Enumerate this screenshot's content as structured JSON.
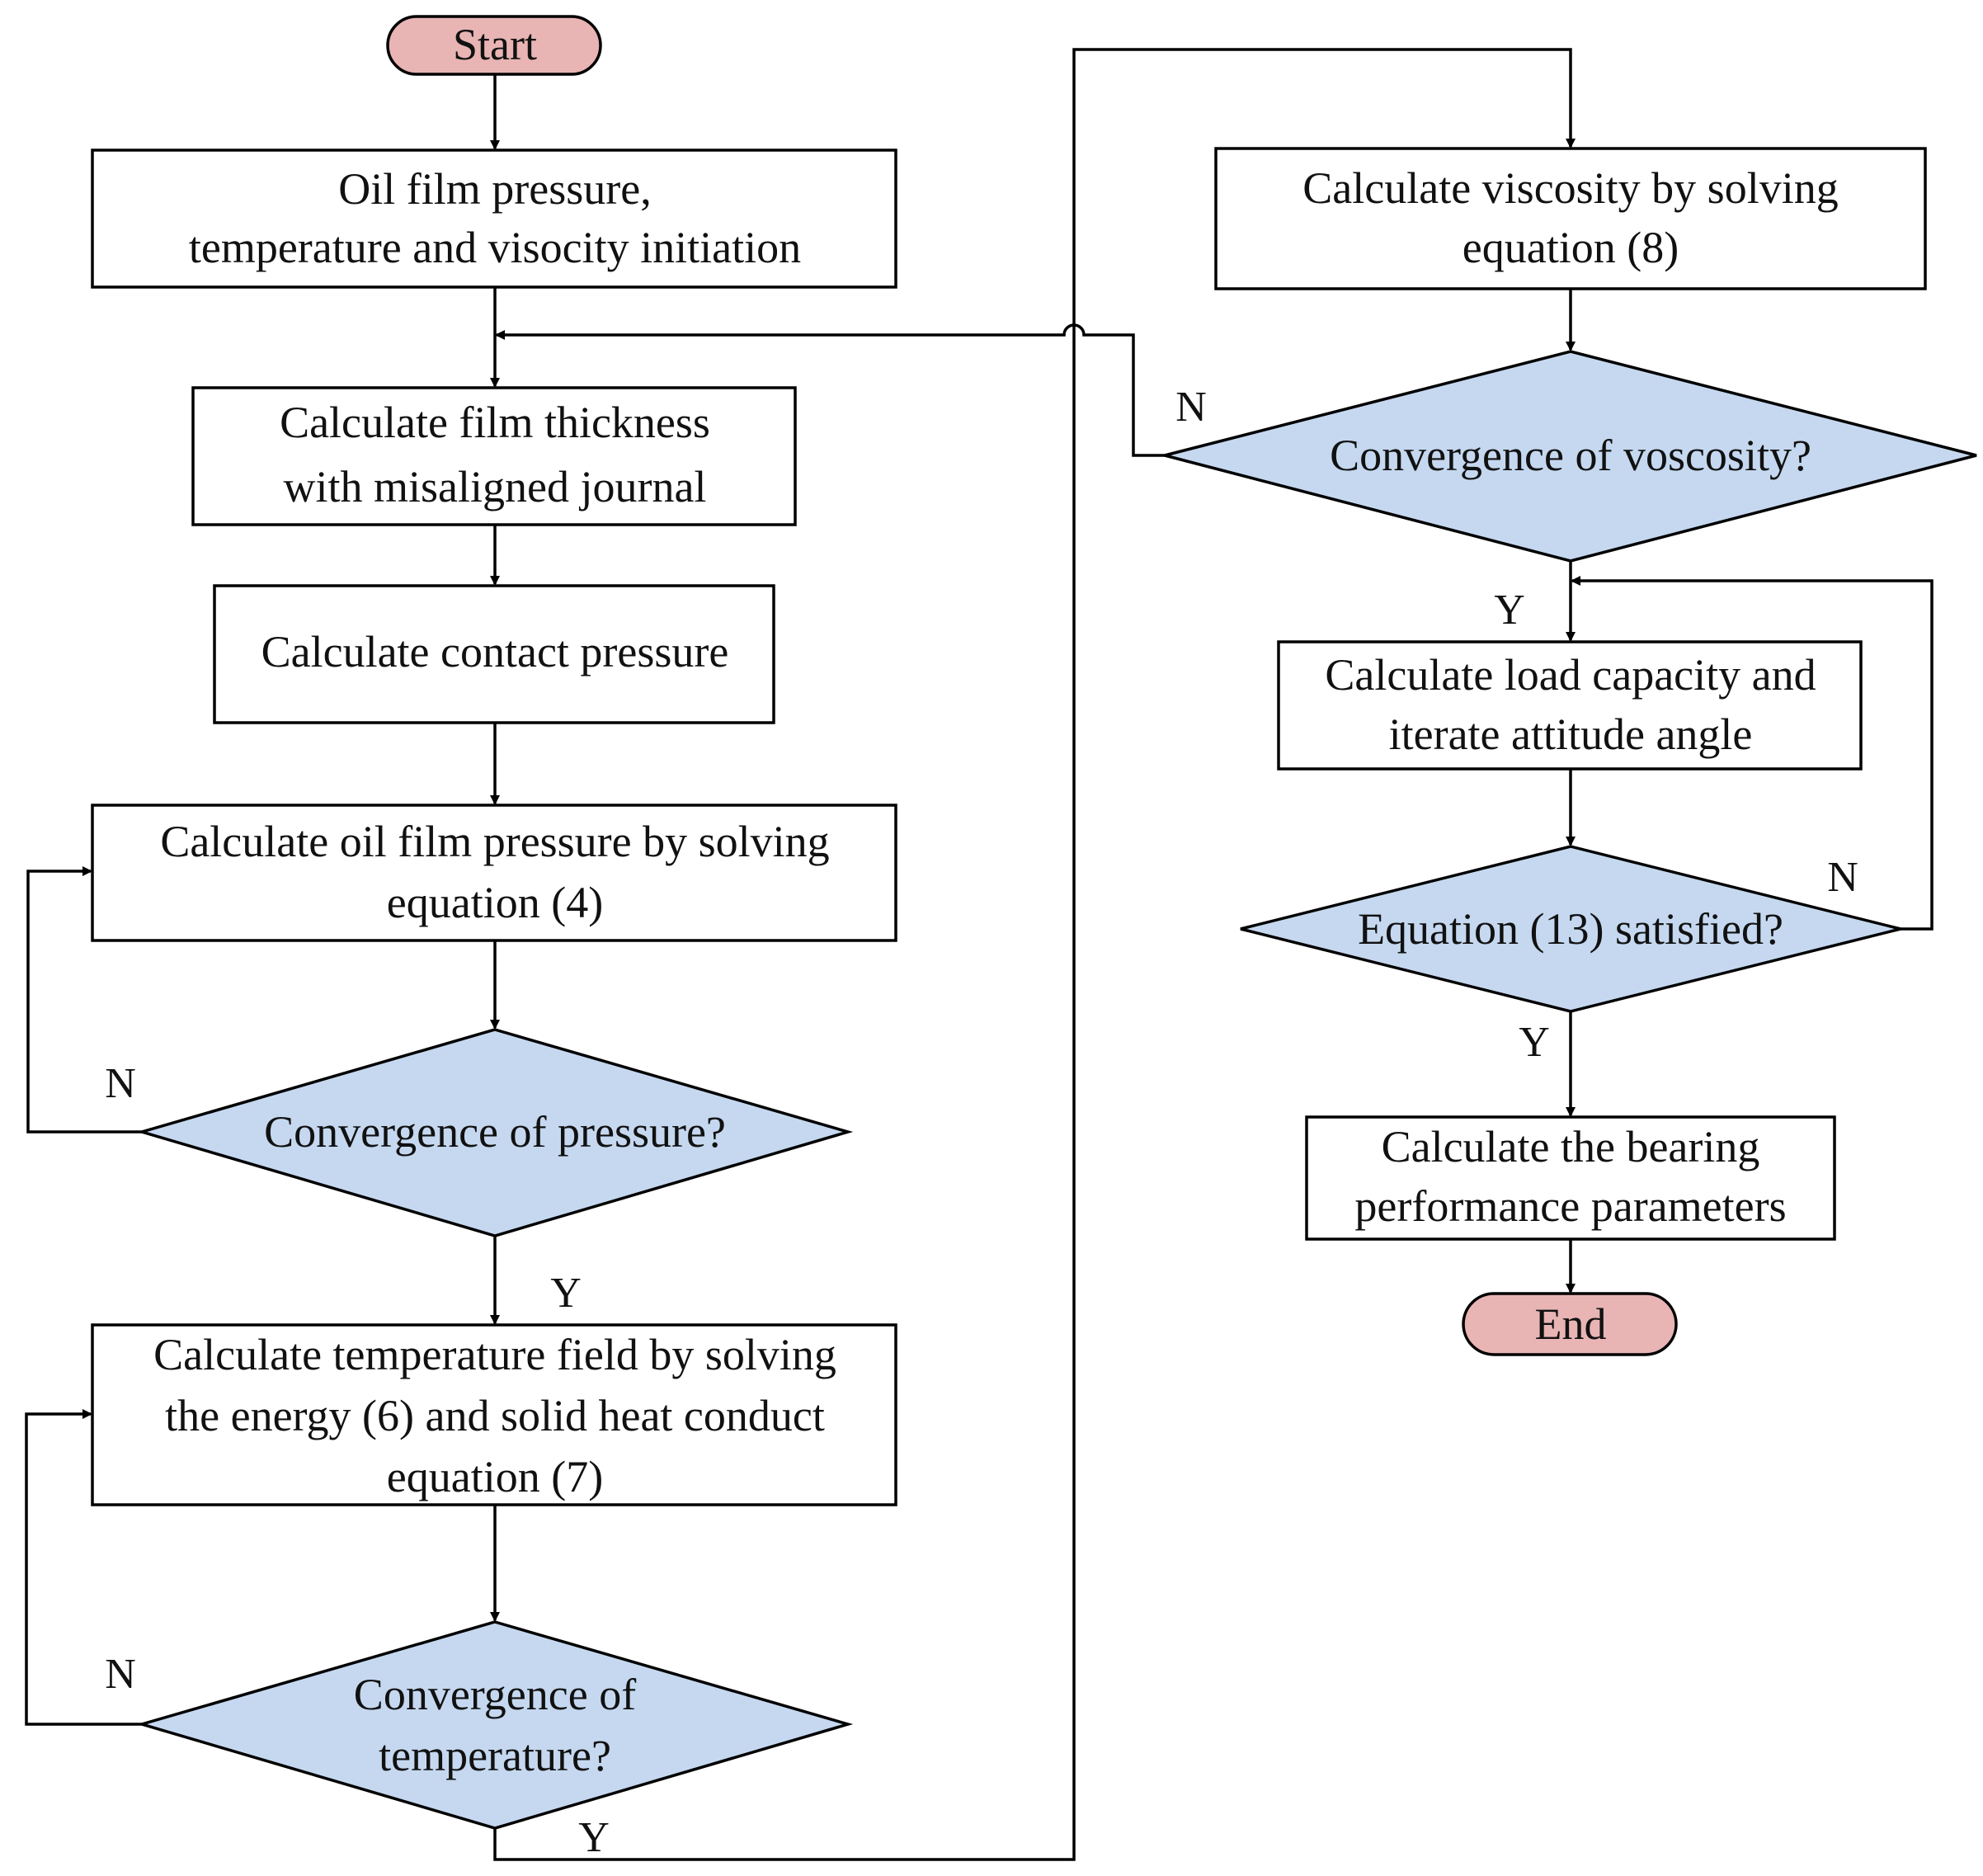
{
  "nodes": {
    "start": "Start",
    "init": [
      "Oil film pressure,",
      "temperature and visocity initiation"
    ],
    "film_thickness": [
      "Calculate film thickness",
      "with misaligned journal"
    ],
    "contact_pressure": [
      "Calculate contact pressure"
    ],
    "oil_film_pressure": [
      "Calculate oil film pressure by solving",
      "equation (4)"
    ],
    "conv_pressure": [
      "Convergence of pressure?"
    ],
    "temperature_field": [
      "Calculate temperature field by solving",
      "the energy (6) and solid heat conduct",
      "equation (7)"
    ],
    "conv_temperature": [
      "Convergence of",
      "temperature?"
    ],
    "viscosity": [
      "Calculate viscosity by solving",
      "equation (8)"
    ],
    "conv_viscosity": [
      "Convergence of voscosity?"
    ],
    "load_capacity": [
      "Calculate load capacity and",
      "iterate attitude angle"
    ],
    "eq13": [
      "Equation (13) satisfied?"
    ],
    "performance": [
      "Calculate the bearing",
      "performance parameters"
    ],
    "end": "End"
  },
  "branch_labels": {
    "yes": "Y",
    "no": "N"
  },
  "colors": {
    "terminal_fill": "#e8b4b4",
    "decision_fill": "#c5d8f0",
    "process_fill": "#ffffff",
    "line": "#000000"
  }
}
